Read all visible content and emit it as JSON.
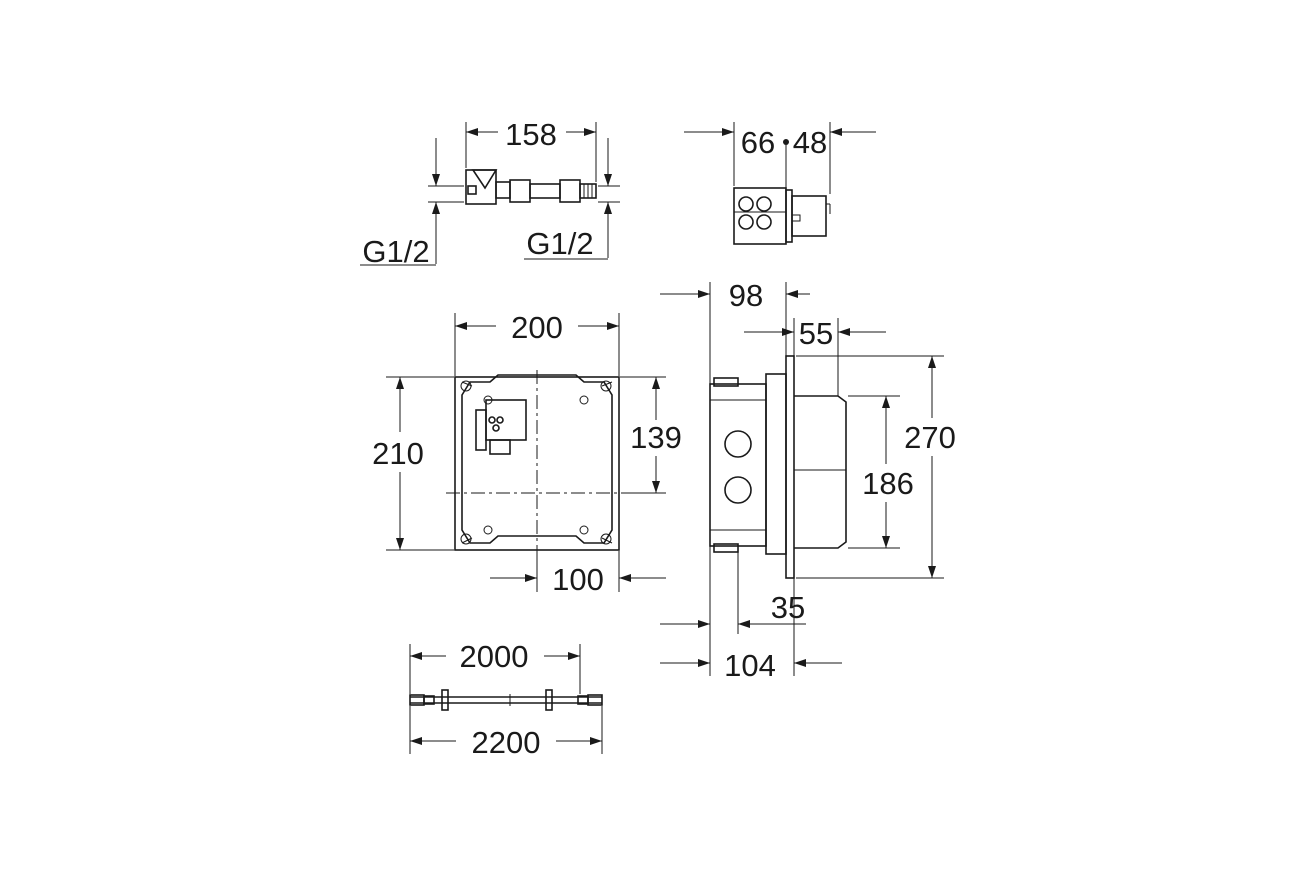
{
  "dimensions": {
    "valve_length": "158",
    "thread_left": "G1/2",
    "thread_right": "G1/2",
    "top_box_depth_a": "66",
    "top_box_depth_b": "48",
    "box_width": "200",
    "box_height": "210",
    "inner_height": "139",
    "center_offset": "100",
    "side_depth_total": "98",
    "side_flange_depth": "55",
    "side_height": "270",
    "side_inner_height": "186",
    "side_min_depth": "35",
    "side_max_depth": "104",
    "cable_length_inner": "2000",
    "cable_length_outer": "2200"
  },
  "colors": {
    "line": "#1a1a1a",
    "background": "#ffffff"
  }
}
